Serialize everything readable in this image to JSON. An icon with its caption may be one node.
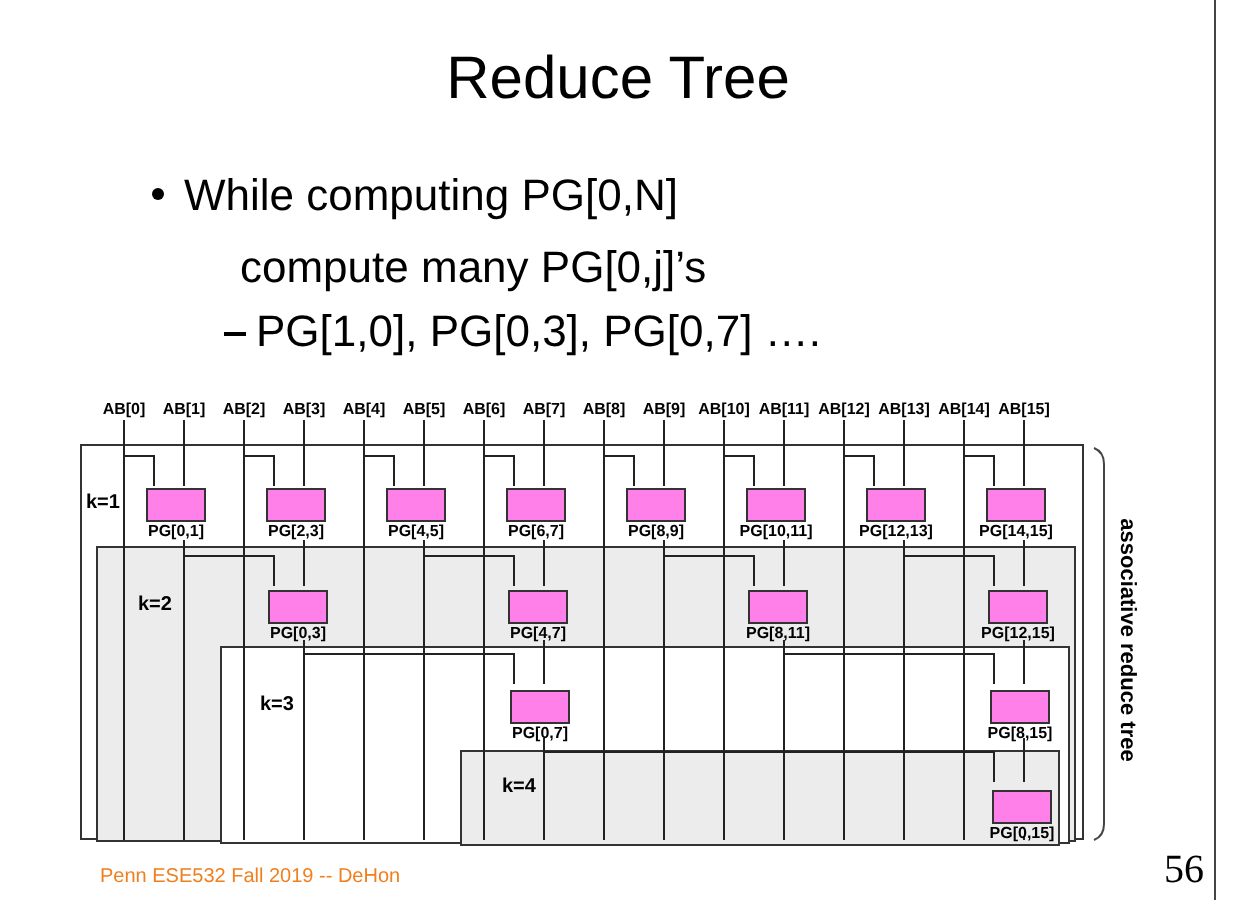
{
  "diagram": {
    "title": "Reduce Tree",
    "nodes": [
      {
        "text": [
          "AB[0]"
        ]
      },
      {
        "text": [
          "AB[1]"
        ]
      },
      {
        "text": [
          "AB[2]"
        ]
      },
      {
        "text": [
          "AB[3]"
        ]
      },
      {
        "text": [
          "AB[4]"
        ]
      },
      {
        "text": [
          "AB[5]"
        ]
      },
      {
        "text": [
          "AB[6]"
        ]
      },
      {
        "text": [
          "AB[7]"
        ]
      },
      {
        "text": [
          "AB[8]"
        ]
      },
      {
        "text": [
          "AB[9]"
        ]
      },
      {
        "text": [
          "AB[10]"
        ]
      },
      {
        "text": [
          "AB[11]"
        ]
      },
      {
        "text": [
          "AB[12]"
        ]
      },
      {
        "text": [
          "AB[13]"
        ]
      },
      {
        "text": [
          "AB[14]"
        ]
      },
      {
        "text": [
          "AB[15]"
        ]
      },
      {
        "text": [
          "k=1"
        ]
      },
      {
        "text": [
          "PG[0,1]"
        ],
        "in": 16
      },
      {
        "text": [
          "PG[2,3]"
        ],
        "in": 16
      },
      {
        "text": [
          "PG[4,5]"
        ],
        "in": 16
      },
      {
        "text": [
          "PG[6,7]"
        ],
        "in": 16
      },
      {
        "text": [
          "PG[8,9]"
        ],
        "in": 16
      },
      {
        "text": [
          "PG[10,11]"
        ],
        "in": 16
      },
      {
        "text": [
          "PG[12,13]"
        ],
        "in": 16
      },
      {
        "text": [
          "PG[14,15]"
        ],
        "in": 16
      },
      {
        "text": [
          "k=2"
        ],
        "in": 16
      },
      {
        "text": [
          "PG[0,3]"
        ],
        "in": 25
      },
      {
        "text": [
          "PG[4,7]"
        ],
        "in": 25
      },
      {
        "text": [
          "PG[8,11]"
        ],
        "in": 25
      },
      {
        "text": [
          "PG[12,15]"
        ],
        "in": 25
      },
      {
        "text": [
          "k=3"
        ],
        "in": 25
      },
      {
        "text": [
          "PG[0,7]"
        ],
        "in": 30
      },
      {
        "text": [
          "PG[8,15]"
        ],
        "in": 30
      },
      {
        "text": [
          "k=4"
        ],
        "in": 30
      },
      {
        "text": [
          "PG[0,15]"
        ],
        "in": 33
      }
    ],
    "edges": [
      {
        "from": 0,
        "to": 17,
        "arrow": "none"
      },
      {
        "from": 1,
        "to": 17,
        "arrow": "none"
      },
      {
        "from": 2,
        "to": 18,
        "arrow": "none"
      },
      {
        "from": 3,
        "to": 18,
        "arrow": "none"
      },
      {
        "from": 4,
        "to": 19,
        "arrow": "none"
      },
      {
        "from": 5,
        "to": 19,
        "arrow": "none"
      },
      {
        "from": 6,
        "to": 20,
        "arrow": "none"
      },
      {
        "from": 7,
        "to": 20,
        "arrow": "none"
      },
      {
        "from": 8,
        "to": 21,
        "arrow": "none"
      },
      {
        "from": 9,
        "to": 21,
        "arrow": "none"
      },
      {
        "from": 10,
        "to": 22,
        "arrow": "none"
      },
      {
        "from": 11,
        "to": 22,
        "arrow": "none"
      },
      {
        "from": 12,
        "to": 23,
        "arrow": "none"
      },
      {
        "from": 13,
        "to": 23,
        "arrow": "none"
      },
      {
        "from": 14,
        "to": 24,
        "arrow": "none"
      },
      {
        "from": 15,
        "to": 24,
        "arrow": "none"
      },
      {
        "from": 17,
        "to": 26,
        "arrow": "none"
      },
      {
        "from": 18,
        "to": 26,
        "arrow": "none"
      },
      {
        "from": 19,
        "to": 27,
        "arrow": "none"
      },
      {
        "from": 20,
        "to": 27,
        "arrow": "none"
      },
      {
        "from": 21,
        "to": 28,
        "arrow": "none"
      },
      {
        "from": 22,
        "to": 28,
        "arrow": "none"
      },
      {
        "from": 23,
        "to": 29,
        "arrow": "none"
      },
      {
        "from": 24,
        "to": 29,
        "arrow": "none"
      },
      {
        "from": 26,
        "to": 31,
        "arrow": "none"
      },
      {
        "from": 27,
        "to": 31,
        "arrow": "none"
      },
      {
        "from": 28,
        "to": 32,
        "arrow": "none"
      },
      {
        "from": 29,
        "to": 32,
        "arrow": "none"
      },
      {
        "from": 31,
        "to": 34,
        "arrow": "none"
      },
      {
        "from": 32,
        "to": 34,
        "arrow": "none"
      }
    ],
    "labels": [
      "While computing PG[0,N] compute many PG[0,j]’s",
      "PG[1,0], PG[0,3], PG[0,7] ….",
      "associative reduce tree",
      "Penn ESE532 Fall 2019 -- DeHon",
      "56"
    ]
  }
}
